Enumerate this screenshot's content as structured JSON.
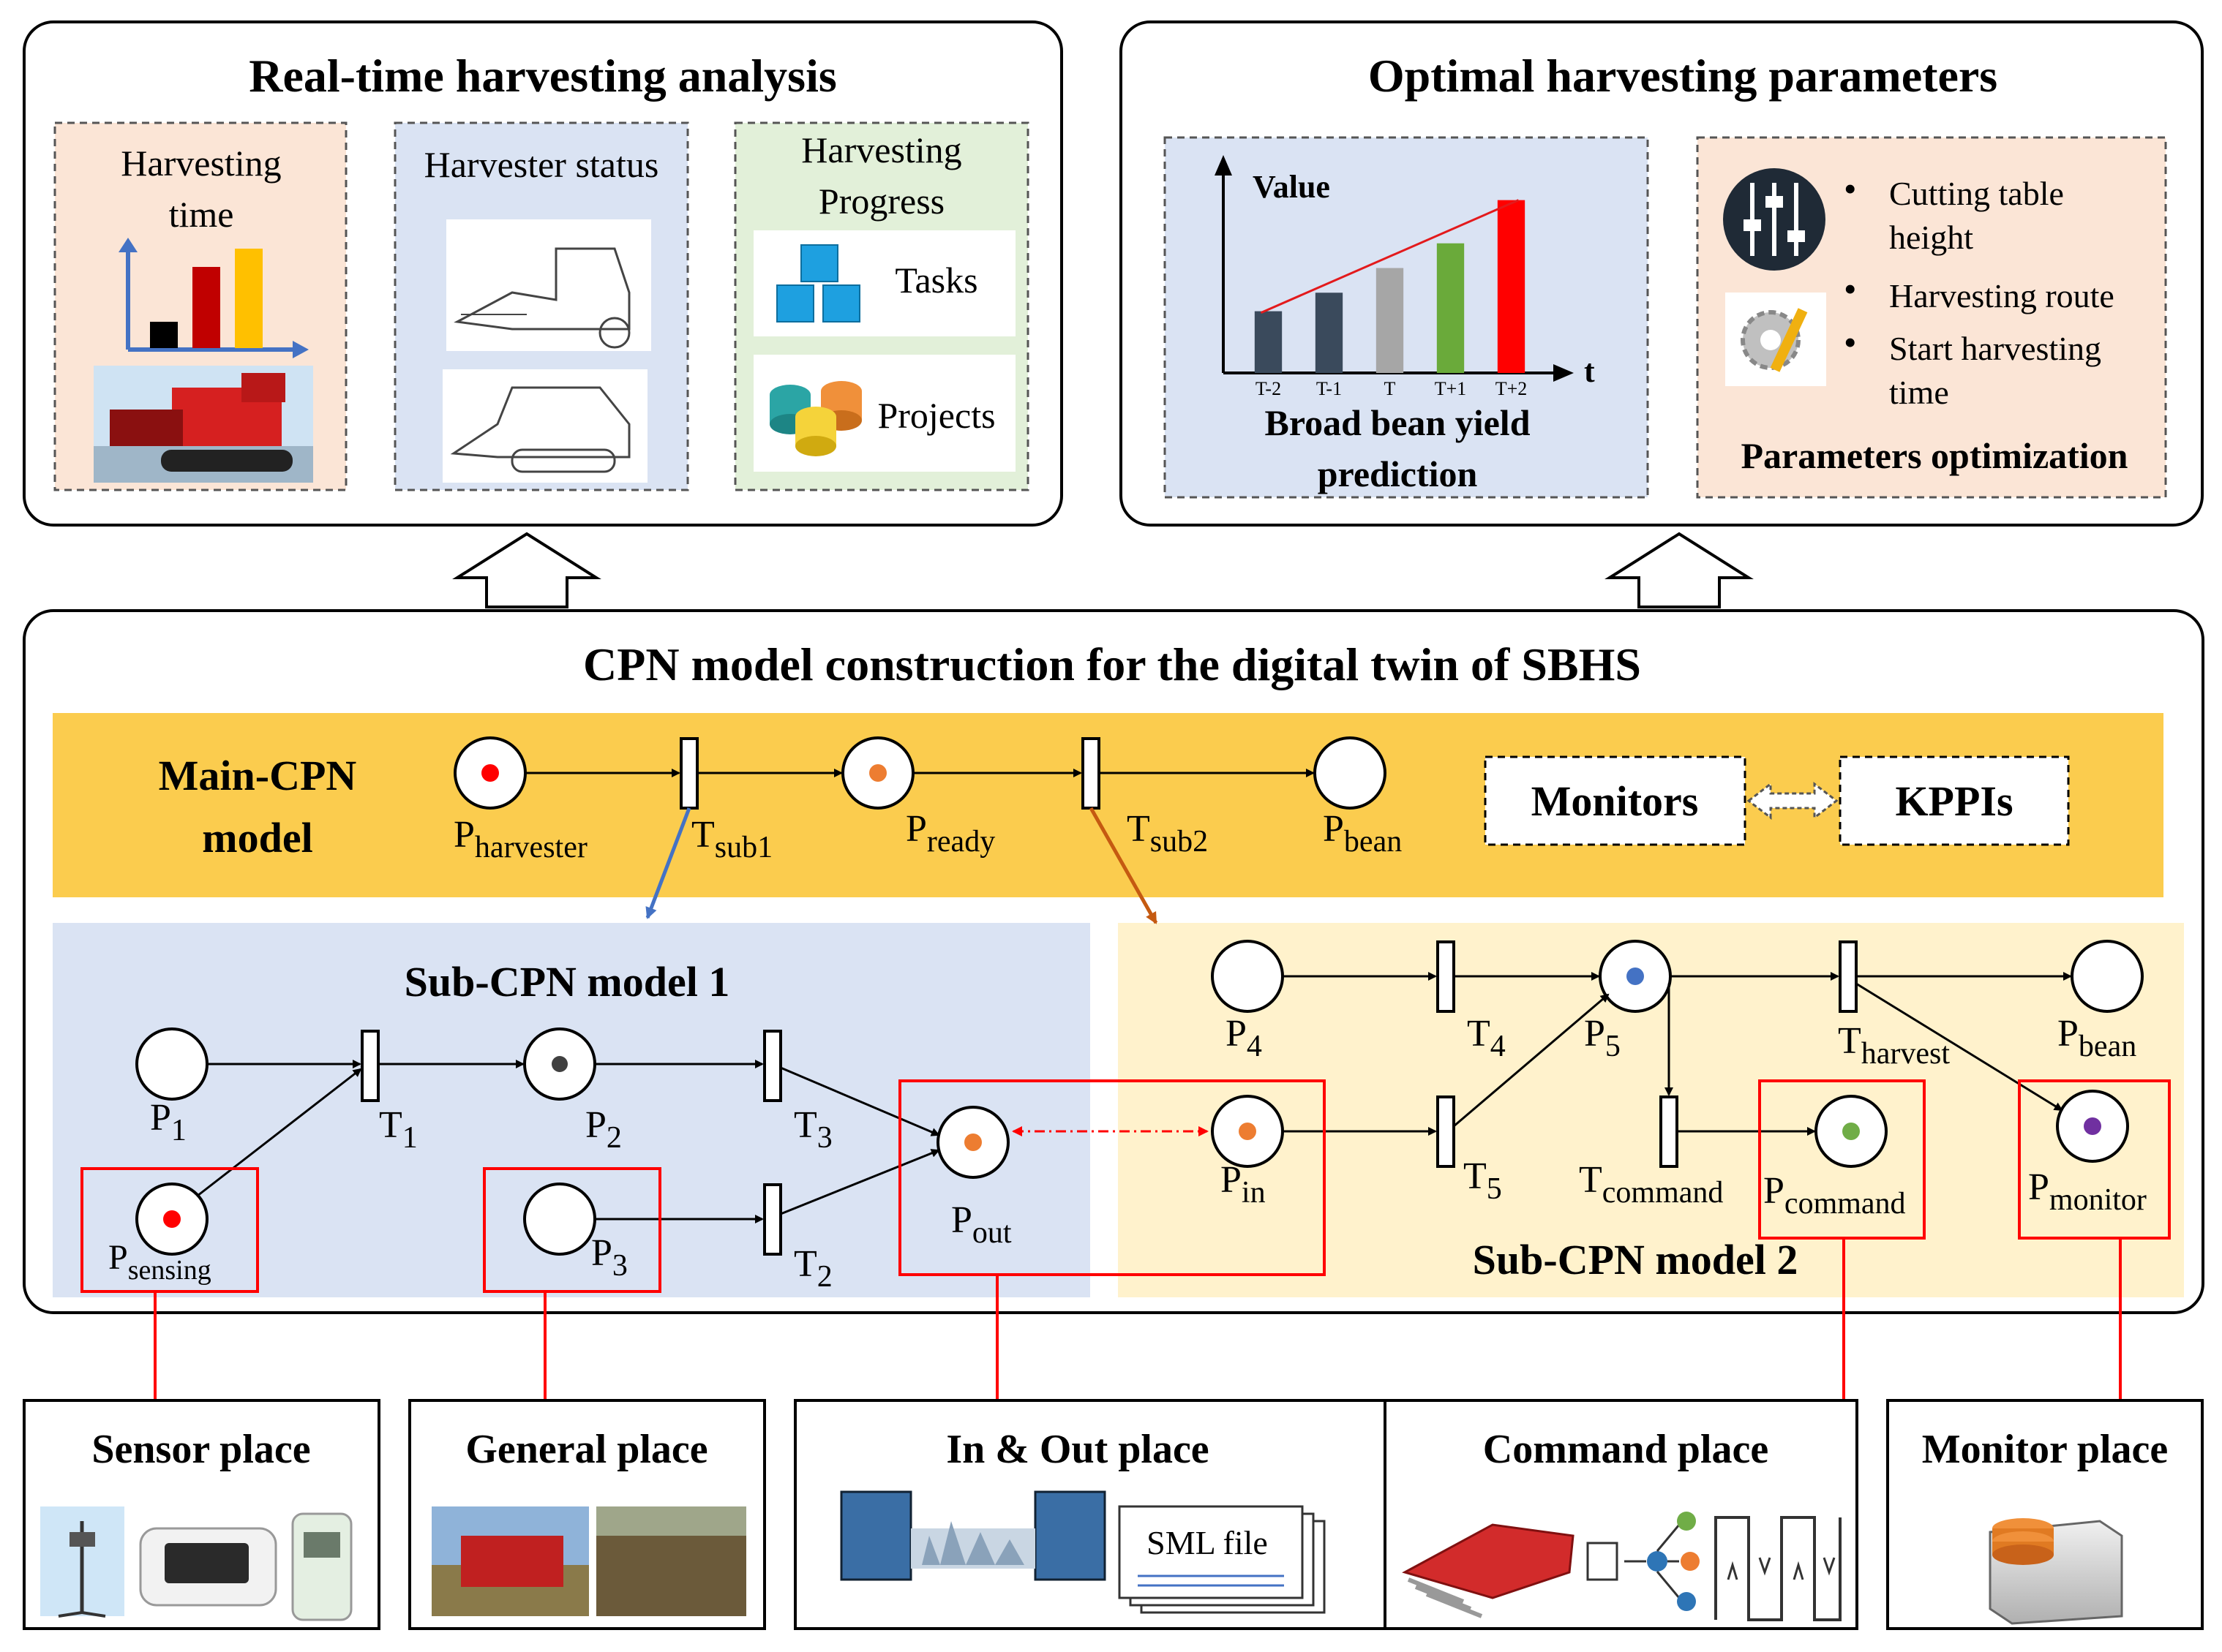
{
  "panels": {
    "realtime_title": "Real-time harvesting analysis",
    "optimal_title": "Optimal harvesting parameters",
    "cpn_title": "CPN model construction for the digital twin of SBHS"
  },
  "realtime": {
    "harvesting_time": [
      "Harvesting",
      "time"
    ],
    "harvester_status": "Harvester status",
    "harvesting_progress": [
      "Harvesting",
      "Progress"
    ],
    "tasks": "Tasks",
    "projects": "Projects"
  },
  "optimal": {
    "chart_caption": [
      "Broad bean yield",
      "prediction"
    ],
    "params": [
      "Cutting table",
      "height",
      "Harvesting route",
      "Start harvesting",
      "time"
    ],
    "params_caption": "Parameters optimization"
  },
  "chart_data": {
    "type": "bar",
    "ylabel": "Value",
    "xlabel": "t",
    "categories": [
      "T-2",
      "T-1",
      "T",
      "T+1",
      "T+2"
    ],
    "values": [
      1.0,
      1.3,
      1.7,
      2.1,
      2.8
    ],
    "colors": [
      "#3a4a5c",
      "#3a4a5c",
      "#a6a6a6",
      "#6aaa3a",
      "#ff0000"
    ],
    "trend_color": "#e31a1c"
  },
  "main_cpn": {
    "label": [
      "Main-CPN",
      "model"
    ],
    "monitors": "Monitors",
    "kppis": "KPPIs",
    "places": [
      {
        "P": "P",
        "sub": "harvester",
        "token": "#ff0000"
      },
      {
        "P": "P",
        "sub": "ready",
        "token": "#ed7d31"
      },
      {
        "P": "P",
        "sub": "bean",
        "token": ""
      }
    ],
    "transitions": [
      {
        "T": "T",
        "sub": "sub1"
      },
      {
        "T": "T",
        "sub": "sub2"
      }
    ]
  },
  "sub1": {
    "title": "Sub-CPN model 1",
    "P1": {
      "P": "P",
      "sub": "1"
    },
    "P2": {
      "P": "P",
      "sub": "2",
      "token": "#404040"
    },
    "P3": {
      "P": "P",
      "sub": "3"
    },
    "Psensing": {
      "P": "P",
      "sub": "sensing",
      "token": "#ff0000"
    },
    "Pout": {
      "P": "P",
      "sub": "out",
      "token": "#ed7d31"
    },
    "T1": {
      "T": "T",
      "sub": "1"
    },
    "T2": {
      "T": "T",
      "sub": "2"
    },
    "T3": {
      "T": "T",
      "sub": "3"
    }
  },
  "sub2": {
    "title": "Sub-CPN model 2",
    "P4": {
      "P": "P",
      "sub": "4"
    },
    "P5": {
      "P": "P",
      "sub": "5",
      "token": "#4472c4"
    },
    "Pbean": {
      "P": "P",
      "sub": "bean"
    },
    "Pin": {
      "P": "P",
      "sub": "in",
      "token": "#ed7d31"
    },
    "Pcommand": {
      "P": "P",
      "sub": "command",
      "token": "#70ad47"
    },
    "Pmonitor": {
      "P": "P",
      "sub": "monitor",
      "token": "#7030a0"
    },
    "T4": {
      "T": "T",
      "sub": "4"
    },
    "T5": {
      "T": "T",
      "sub": "5"
    },
    "Tharvest": {
      "T": "T",
      "sub": "harvest"
    },
    "Tcommand": {
      "T": "T",
      "sub": "command"
    }
  },
  "places_row": {
    "sensor": "Sensor place",
    "general": "General place",
    "inout": "In & Out place",
    "sml": "SML file",
    "command": "Command place",
    "monitor": "Monitor place"
  }
}
